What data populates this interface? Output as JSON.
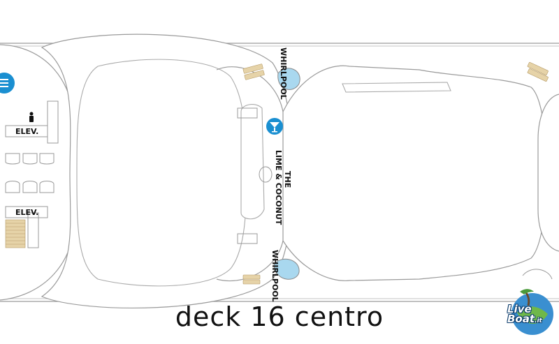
{
  "map": {
    "title": "deck 16 centro",
    "labels": {
      "elev_top": "ELEV.",
      "elev_bottom": "ELEV.",
      "whirlpool_top": "WHIRLPOOL",
      "whirlpool_bottom": "WHIRLPOOL",
      "bar_line1": "THE",
      "bar_line2": "LIME & COCONUT"
    },
    "icons": [
      "dining-icon",
      "person-icon",
      "cocktail-icon",
      "lounger-icon",
      "whirlpool-icon",
      "stairs-icon"
    ],
    "colors": {
      "icon_blue": "#1a8fd1",
      "water": "#a9d8ef",
      "wood": "#e6d3a8",
      "line": "#9a9a9a"
    }
  },
  "watermark": {
    "brand": "LiveBoat.it",
    "brand_line1": "Live",
    "brand_line2": "Boat",
    "brand_suffix": ".it"
  }
}
